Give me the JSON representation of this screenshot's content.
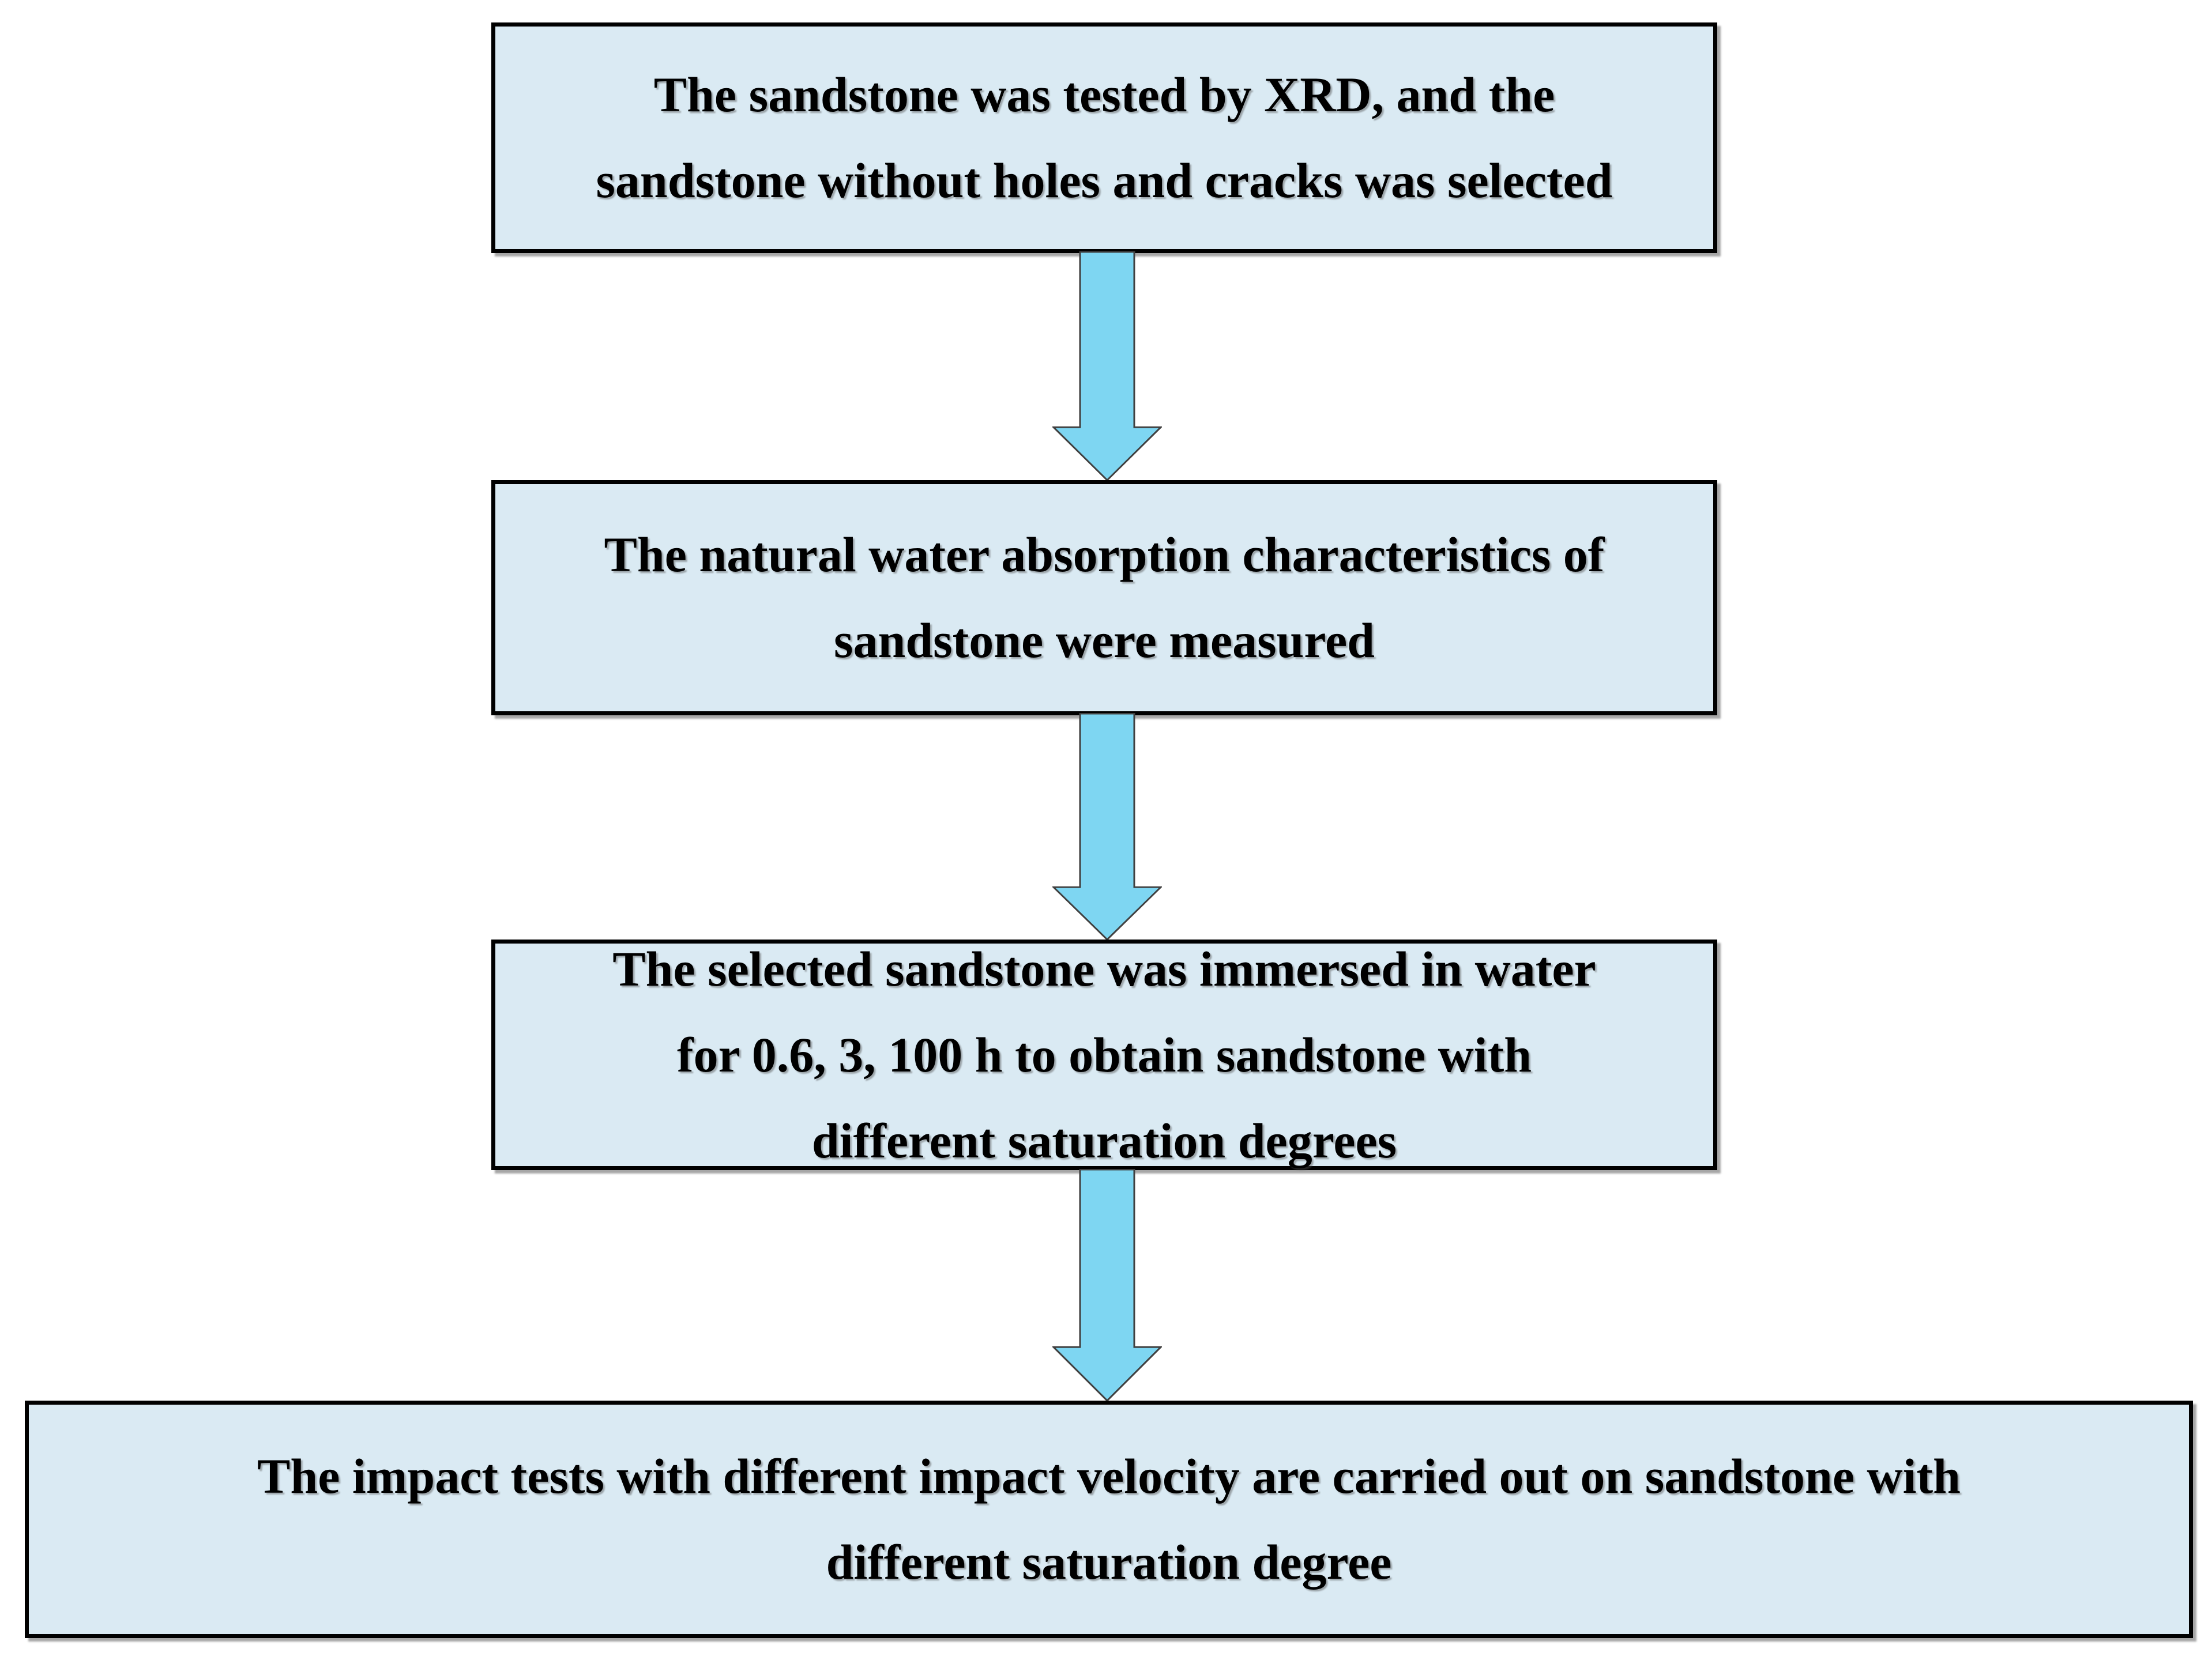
{
  "diagram": {
    "type": "flowchart",
    "direction": "top-to-bottom",
    "colors": {
      "background": "#ffffff",
      "box_fill": "#daeaf3",
      "box_border": "#000000",
      "arrow_fill": "#7ed6f2",
      "arrow_outline": "#404040",
      "text": "#000000"
    },
    "steps": [
      {
        "lines": [
          "The sandstone was tested by XRD, and the",
          "sandstone without holes and cracks was selected"
        ]
      },
      {
        "lines": [
          "The natural water absorption characteristics of",
          "sandstone were measured"
        ]
      },
      {
        "lines": [
          "The selected sandstone was immersed in water",
          "for 0.6, 3, 100 h to obtain sandstone with",
          "different saturation degrees"
        ]
      },
      {
        "lines": [
          "The impact tests with different impact velocity are carried out on sandstone with",
          "different saturation degree"
        ]
      }
    ],
    "connectors": [
      {
        "from": 1,
        "to": 2,
        "shape": "block-arrow-down"
      },
      {
        "from": 2,
        "to": 3,
        "shape": "block-arrow-down"
      },
      {
        "from": 3,
        "to": 4,
        "shape": "block-arrow-down"
      }
    ]
  }
}
